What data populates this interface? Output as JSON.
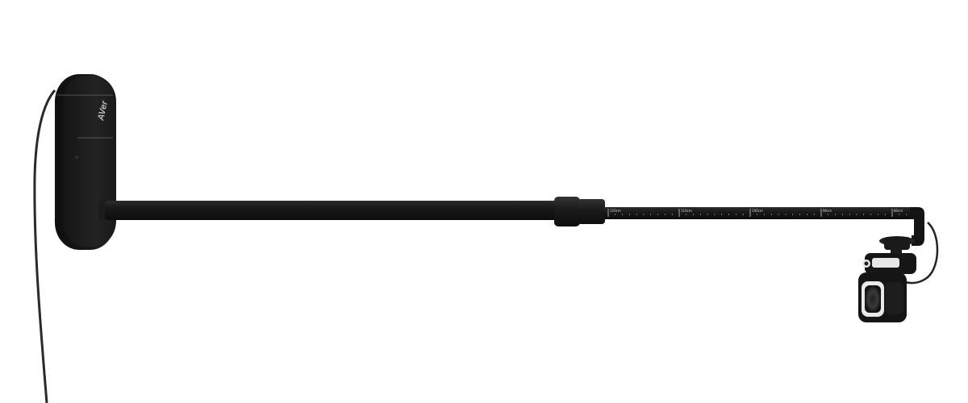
{
  "product": {
    "logo_text": "AVer",
    "scale_markings": [
      "120cm",
      "110cm",
      "100cm",
      "90cm",
      "80cm"
    ]
  },
  "colors": {
    "background": "#ffffff",
    "body": "#1b1b1b",
    "body_highlight": "#3a3a3a",
    "cable": "#2a2a2a",
    "camera_lens_ring": "#e8e8e8"
  }
}
